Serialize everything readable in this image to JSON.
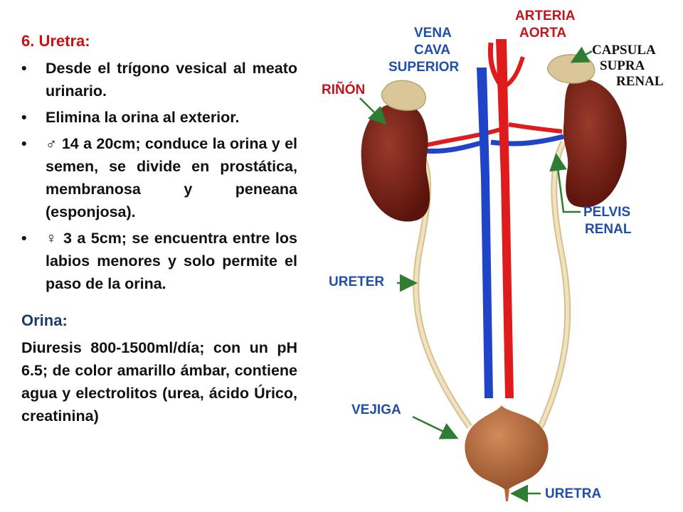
{
  "section_uretra": {
    "title": "6. Uretra:",
    "bullet": "•",
    "items": [
      "Desde el trígono vesical al meato urinario.",
      "Elimina la orina al exterior.",
      "♂ 14 a 20cm; conduce la orina y el semen, se divide en prostática, membranosa y peneana (esponjosa).",
      "♀ 3 a 5cm; se encuentra entre los labios menores y solo permite el paso de la orina."
    ]
  },
  "section_orina": {
    "title": "Orina:",
    "text": "Diuresis 800-1500ml/día; con un pH 6.5; de color amarillo ámbar, contiene agua y electrolitos (urea, ácido Úrico, creatinina)"
  },
  "diagram": {
    "labels": {
      "arteria": "ARTERIA",
      "aorta": "AORTA",
      "vena": "VENA",
      "cava": "CAVA",
      "superior": "SUPERIOR",
      "capsula": "CAPSULA",
      "supra": "SUPRA",
      "renal_cap": "RENAL",
      "rinon": "RIÑÓN",
      "pelvis": "PELVIS",
      "renal": "RENAL",
      "ureter": "URETER",
      "vejiga": "VEJIGA",
      "uretra": "URETRA"
    },
    "colors": {
      "title_red": "#cc1111",
      "label_blue": "#1f4fa8",
      "label_red": "#c0161b",
      "arrow_green": "#2e7d32",
      "artery": "#e01b1b",
      "vein": "#1f44c8",
      "kidney": "#6e1a10",
      "ureter": "#e6d3a6",
      "bladder": "#b86a3c",
      "adrenal": "#d9c79a"
    }
  }
}
